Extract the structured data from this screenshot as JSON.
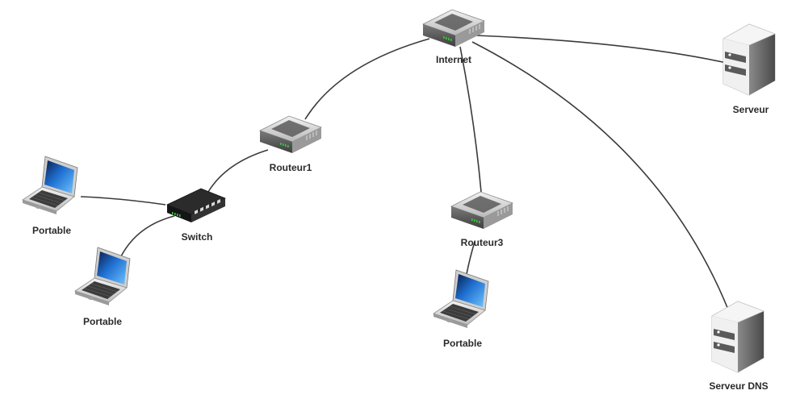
{
  "diagram": {
    "nodes": [
      {
        "id": "internet",
        "type": "router",
        "label": "Internet"
      },
      {
        "id": "routeur1",
        "type": "router",
        "label": "Routeur1"
      },
      {
        "id": "routeur3",
        "type": "router",
        "label": "Routeur3"
      },
      {
        "id": "switch",
        "type": "switch",
        "label": "Switch"
      },
      {
        "id": "portable1",
        "type": "laptop",
        "label": "Portable"
      },
      {
        "id": "portable2",
        "type": "laptop",
        "label": "Portable"
      },
      {
        "id": "portable3",
        "type": "laptop",
        "label": "Portable"
      },
      {
        "id": "serveur",
        "type": "server",
        "label": "Serveur"
      },
      {
        "id": "serveur-dns",
        "type": "server",
        "label": "Serveur DNS"
      }
    ],
    "links": [
      [
        "internet",
        "routeur1"
      ],
      [
        "internet",
        "serveur"
      ],
      [
        "internet",
        "routeur3"
      ],
      [
        "internet",
        "serveur-dns"
      ],
      [
        "routeur1",
        "switch"
      ],
      [
        "switch",
        "portable1"
      ],
      [
        "switch",
        "portable2"
      ],
      [
        "routeur3",
        "portable3"
      ]
    ],
    "colors": {
      "link": "#3a3a3a",
      "router_body": "#6b6b6b",
      "switch_body": "#1f1f1f",
      "laptop_screen": "#1f6fd0",
      "server_body": "#e6e6e6",
      "led": "#33cc33"
    }
  }
}
